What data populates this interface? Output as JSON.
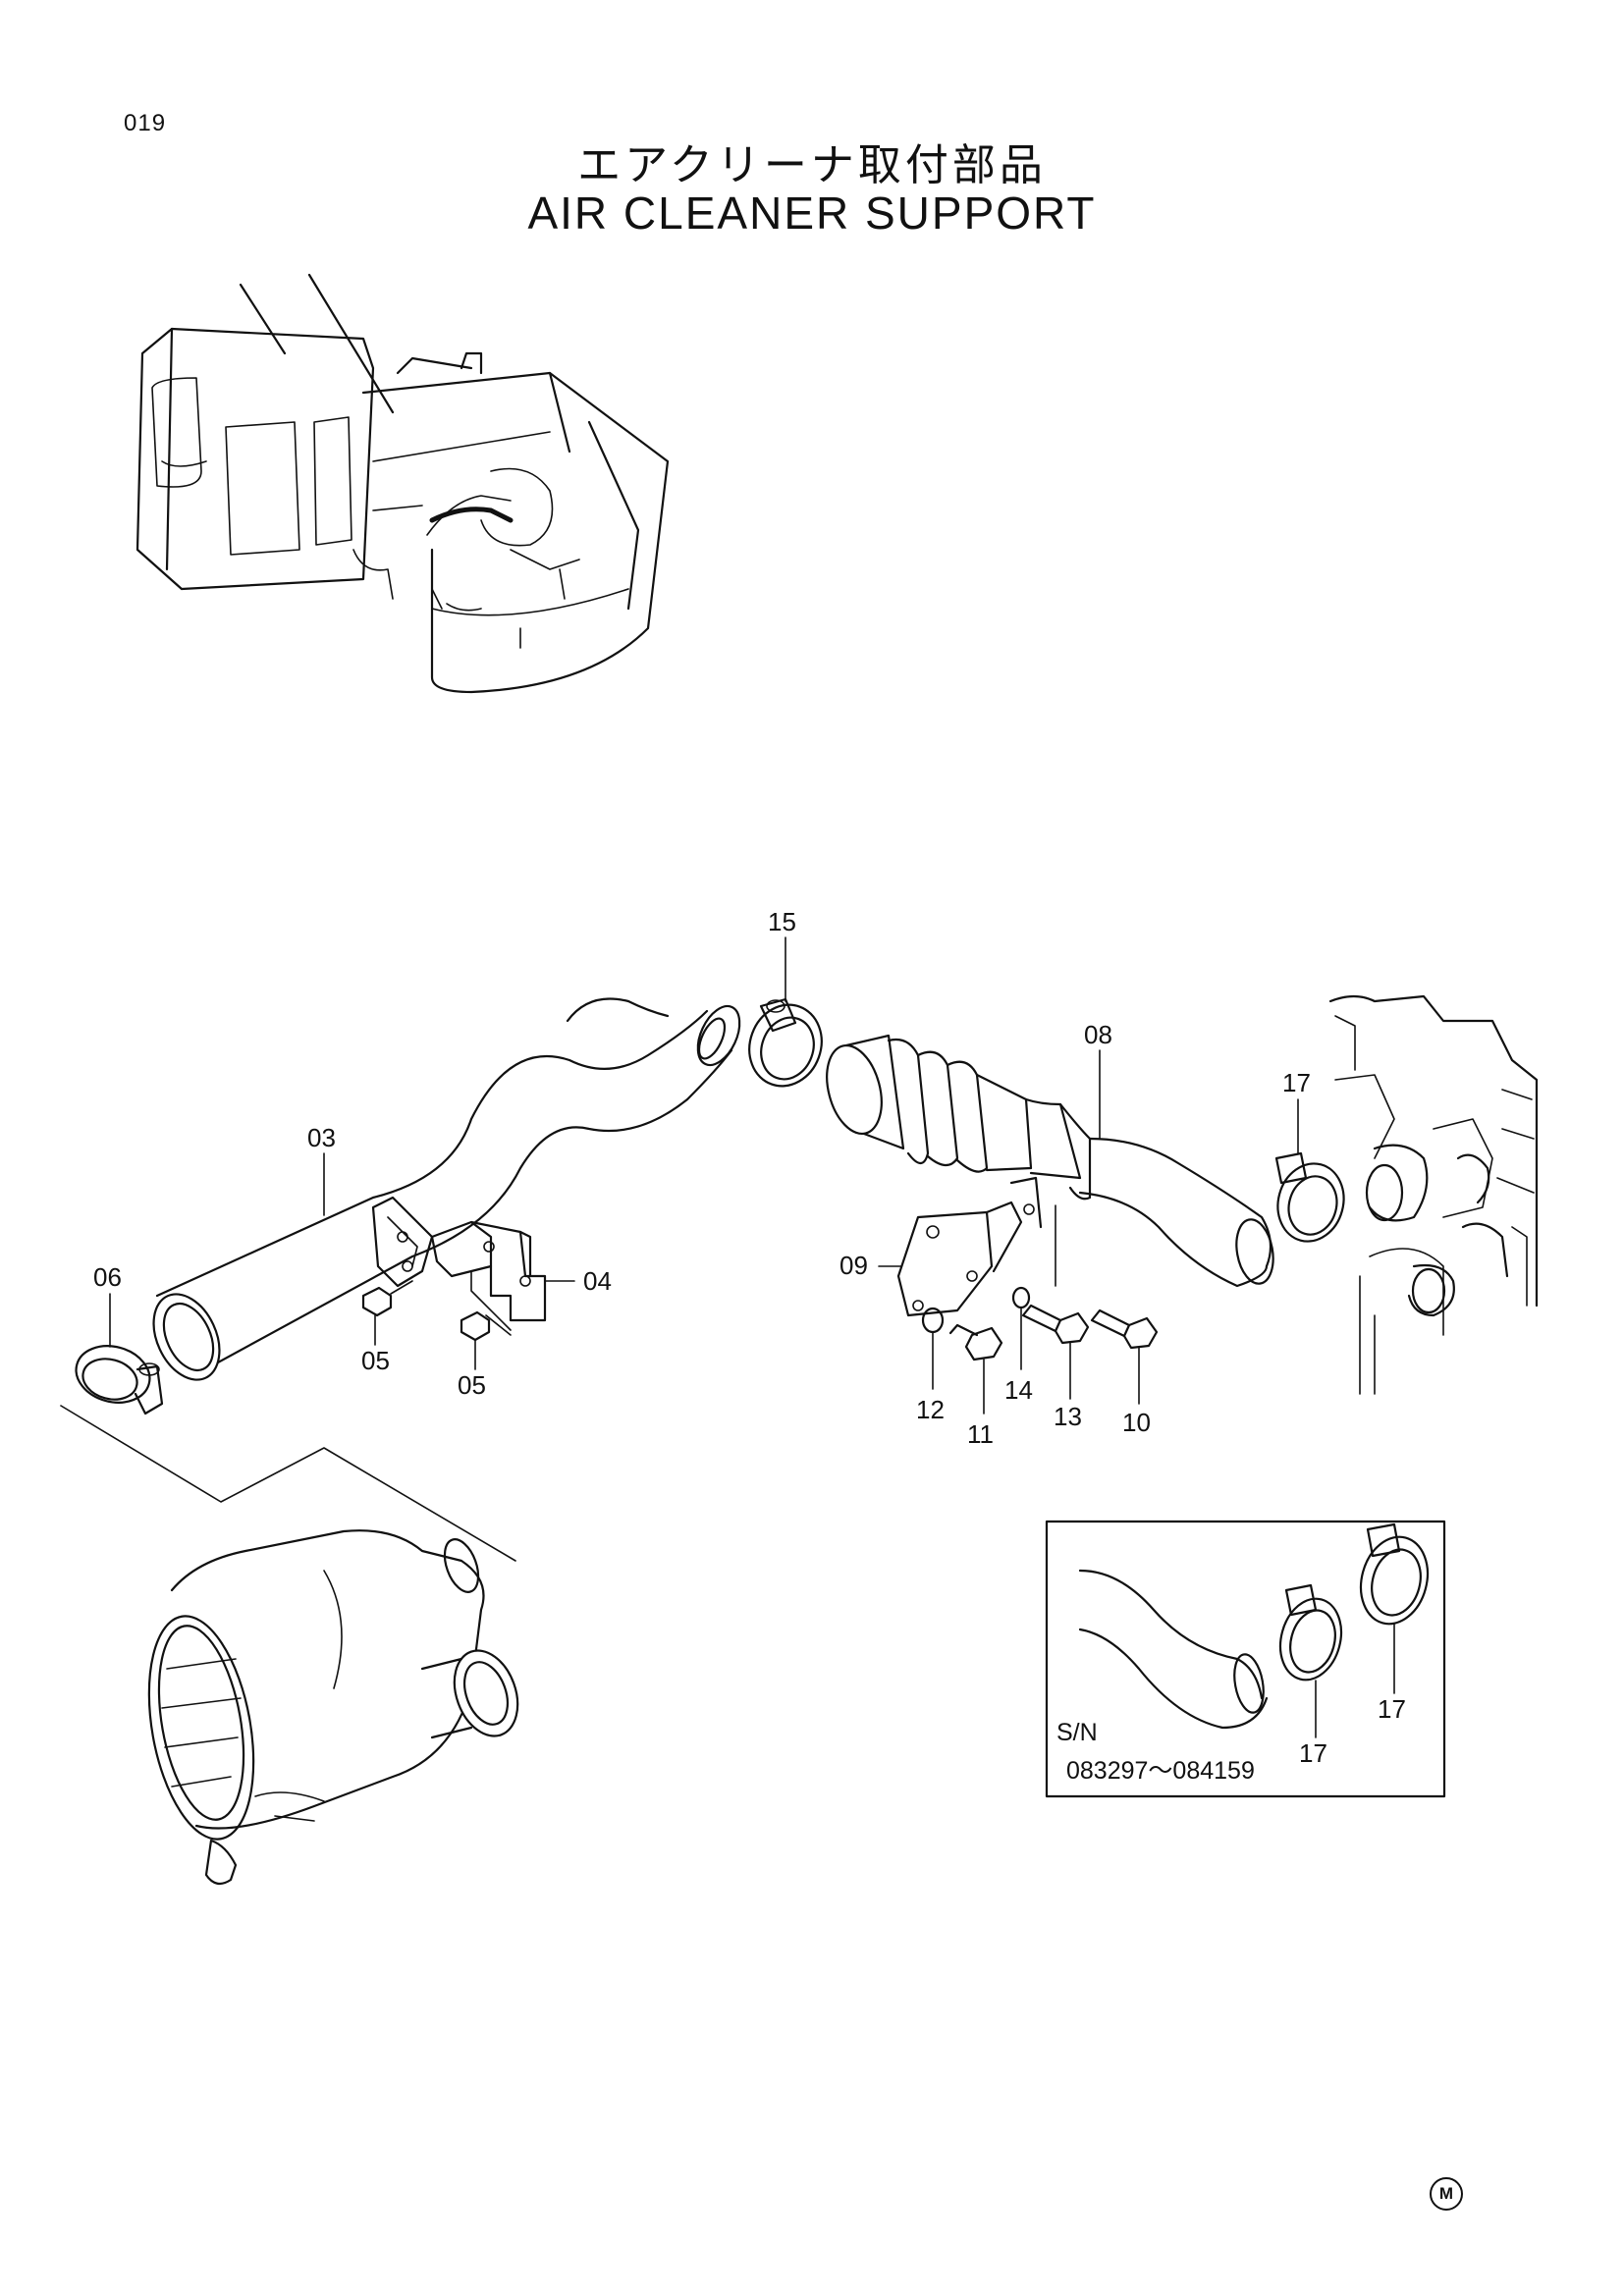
{
  "page_number": "019",
  "title_japanese": "エアクリーナ取付部品",
  "title_english": "AIR CLEANER SUPPORT",
  "callouts": [
    "15",
    "08",
    "17",
    "03",
    "06",
    "04",
    "05",
    "05",
    "09",
    "12",
    "14",
    "13",
    "10",
    "11"
  ],
  "inset": {
    "callouts": [
      "17",
      "17"
    ],
    "serial_label": "S/N",
    "serial_range": "083297～084159"
  },
  "footer_mark": "M"
}
